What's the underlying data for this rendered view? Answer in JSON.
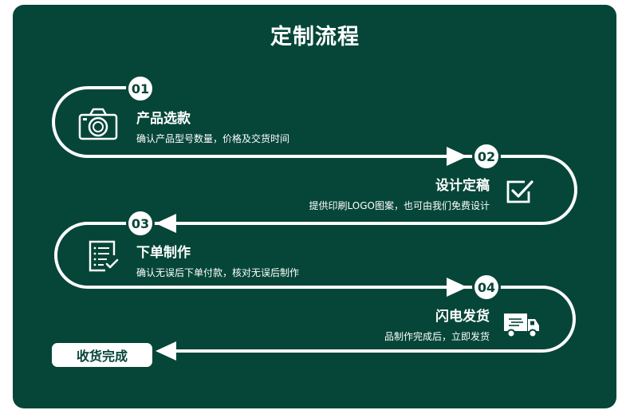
{
  "title": "定制流程",
  "steps": [
    {
      "number": "01",
      "title": "产品选款",
      "desc": "确认产品型号数量，价格及交货时间",
      "icon": "camera-icon"
    },
    {
      "number": "02",
      "title": "设计定稿",
      "desc": "提供印刷LOGO图案，也可由我们免费设计",
      "icon": "checkbox-icon"
    },
    {
      "number": "03",
      "title": "下单制作",
      "desc": "确认无误后下单付款，核对无误后制作",
      "icon": "checklist-icon"
    },
    {
      "number": "04",
      "title": "闪电发货",
      "desc": "品制作完成后，立即发货",
      "icon": "delivery-truck-icon"
    }
  ],
  "final": {
    "label": "收货完成"
  },
  "colors": {
    "background": "#054638",
    "line": "#ffffff"
  }
}
